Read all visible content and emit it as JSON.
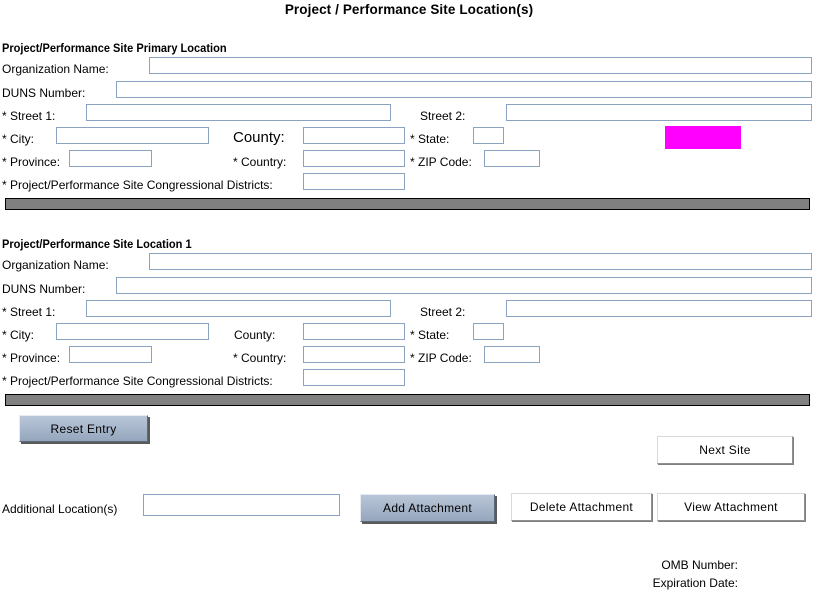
{
  "page": {
    "title": "Project / Performance Site Location(s)"
  },
  "sections": [
    {
      "heading": "Project/Performance Site Primary Location",
      "fields": {
        "organization_name_label": "Organization Name:",
        "organization_name_value": "",
        "duns_number_label": "DUNS Number:",
        "duns_number_value": "",
        "street1_label": "* Street 1:",
        "street1_value": "",
        "street2_label": "Street 2:",
        "street2_value": "",
        "city_label": "* City:",
        "city_value": "",
        "county_label": "County:",
        "county_value": "",
        "state_label": "* State:",
        "state_value": "",
        "province_label": "* Province:",
        "province_value": "",
        "country_label": "* Country:",
        "country_value": "",
        "zip_label": "* ZIP Code:",
        "zip_value": "",
        "districts_label": "* Project/Performance Site Congressional Districts:",
        "districts_value": ""
      },
      "highlight": {
        "color": "#ff00ff",
        "label": ""
      }
    },
    {
      "heading": "Project/Performance Site Location 1",
      "fields": {
        "organization_name_label": "Organization Name:",
        "organization_name_value": "",
        "duns_number_label": "DUNS Number:",
        "duns_number_value": "",
        "street1_label": "* Street 1:",
        "street1_value": "",
        "street2_label": "Street 2:",
        "street2_value": "",
        "city_label": "* City:",
        "city_value": "",
        "county_label": "County:",
        "county_value": "",
        "state_label": "* State:",
        "state_value": "",
        "province_label": "* Province:",
        "province_value": "",
        "country_label": "* Country:",
        "country_value": "",
        "zip_label": "* ZIP Code:",
        "zip_value": "",
        "districts_label": "* Project/Performance Site Congressional Districts:",
        "districts_value": ""
      }
    }
  ],
  "actions": {
    "reset_entry": "Reset Entry",
    "next_site": "Next Site",
    "add_attachment": "Add Attachment",
    "delete_attachment": "Delete Attachment",
    "view_attachment": "View  Attachment"
  },
  "additional": {
    "label": "Additional Location(s)",
    "value": ""
  },
  "footer": {
    "omb_number_label": "OMB Number:",
    "omb_number_value": "",
    "expiration_date_label": "Expiration Date:",
    "expiration_date_value": ""
  },
  "colors": {
    "field_border": "#8ba3c0",
    "separator": "#808080",
    "steel_button": "#a9b8cc",
    "highlight": "#ff00ff"
  }
}
